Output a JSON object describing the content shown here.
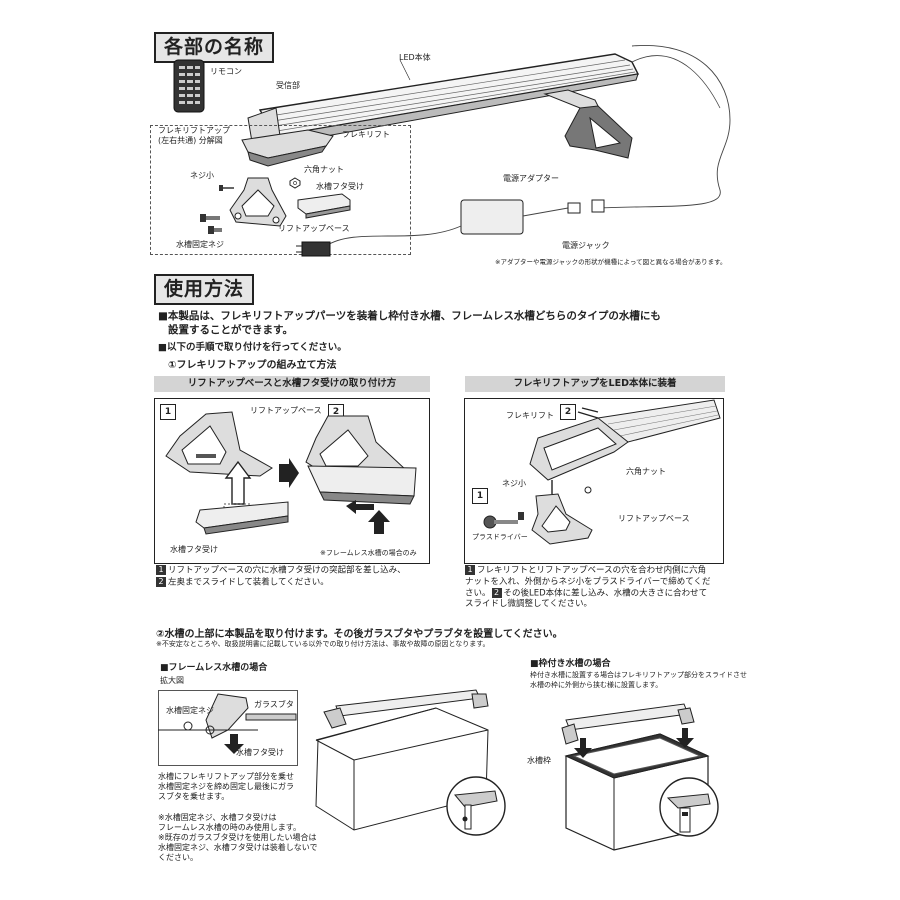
{
  "section1": {
    "title": "各部の名称",
    "labels": {
      "led_body": "LED本体",
      "remote": "リモコン",
      "receiver": "受信部",
      "flexi_explode": "フレキリフトアップ\n(左右共通) 分解図",
      "flexi_lift": "フレキリフト",
      "hex_nut": "六角ナット",
      "small_screw": "ネジ小",
      "lid_holder": "水槽フタ受け",
      "tank_screw": "水槽固定ネジ",
      "lift_base": "リフトアップベース",
      "adapter": "電源アダプター",
      "jack": "電源ジャック"
    },
    "note": "※アダプターや電源ジャックの形状が機種によって図と異なる場合があります。"
  },
  "section2": {
    "title": "使用方法",
    "line1a": "■本製品は、フレキリフトアップパーツを装着し枠付き水槽、フレームレス水槽どちらのタイプの水槽にも",
    "line1b": "設置することができます。",
    "line2": "■以下の手順で取り付けを行ってください。",
    "step1_title": "①フレキリフトアップの組み立て方法",
    "left_panel": {
      "bar": "リフトアップベースと水槽フタ受けの取り付け方",
      "n1": "1",
      "n2": "2",
      "lift_base": "リフトアップベース",
      "lid_holder": "水槽フタ受け",
      "frameless_note": "※フレームレス水槽の場合のみ",
      "desc_1": "リフトアップベースの穴に水槽フタ受けの突起部を差し込み、",
      "desc_2": "左奥までスライドして装着してください。"
    },
    "right_panel": {
      "bar": "フレキリフトアップをLED本体に装着",
      "n1": "1",
      "n2": "2",
      "flexi_lift": "フレキリフト",
      "small_screw": "ネジ小",
      "hex_nut": "六角ナット",
      "lift_base": "リフトアップベース",
      "driver": "プラスドライバー",
      "desc_a": "フレキリフトとリフトアップベースの穴を合わせ内側に六角",
      "desc_b": "ナットを入れ、外側からネジ小をプラスドライバーで締めてくだ",
      "desc_c": "さい。",
      "desc_d": "その後LED本体に差し込み、水槽の大きさに合わせて",
      "desc_e": "スライドし微調整してください。"
    },
    "step2_title": "②水槽の上部に本製品を取り付けます。その後ガラスブタやプラブタを設置してください。",
    "step2_note": "※不安定なところや、取扱説明書に記載している以外での取り付け方法は、事故や故障の原因となります。",
    "frameless": {
      "title": "■フレームレス水槽の場合",
      "zoom": "拡大図",
      "glass_lid": "ガラスブタ",
      "tank_screw": "水槽固定ネジ",
      "lid_holder": "水槽フタ受け",
      "desc1": "水槽にフレキリフトアップ部分を乗せ",
      "desc2": "水槽固定ネジを締め固定し最後にガラ",
      "desc3": "スブタを乗せます。",
      "note1": "※水槽固定ネジ、水槽フタ受けは",
      "note2": "フレームレス水槽の時のみ使用します。",
      "note3": "※既存のガラスブタ受けを使用したい場合は",
      "note4": "水槽固定ネジ、水槽フタ受けは装着しないで",
      "note5": "ください。"
    },
    "framed": {
      "title": "■枠付き水槽の場合",
      "desc1": "枠付き水槽に設置する場合はフレキリフトアップ部分をスライドさせ",
      "desc2": "水槽の枠に外側から挟む様に設置します。",
      "frame": "水槽枠"
    }
  }
}
